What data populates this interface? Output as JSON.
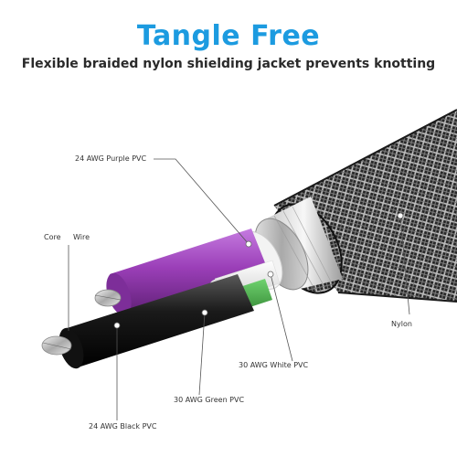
{
  "header": {
    "title": "Tangle Free",
    "subtitle": "Flexible braided nylon shielding jacket prevents knotting"
  },
  "labels": {
    "purple": "24 AWG Purple PVC",
    "core": "Core",
    "wire": "Wire",
    "nylon": "Nylon",
    "white": "30 AWG White PVC",
    "green": "30 AWG Green PVC",
    "black": "24 AWG Black PVC"
  },
  "colors": {
    "title": "#1c9be0",
    "purple_insulation": "#9b3fb8",
    "green_insulation": "#3a9a3a",
    "black_insulation": "#1a1a1a",
    "white_insulation": "#f2f2f2",
    "braid": "#2b2b2b"
  }
}
